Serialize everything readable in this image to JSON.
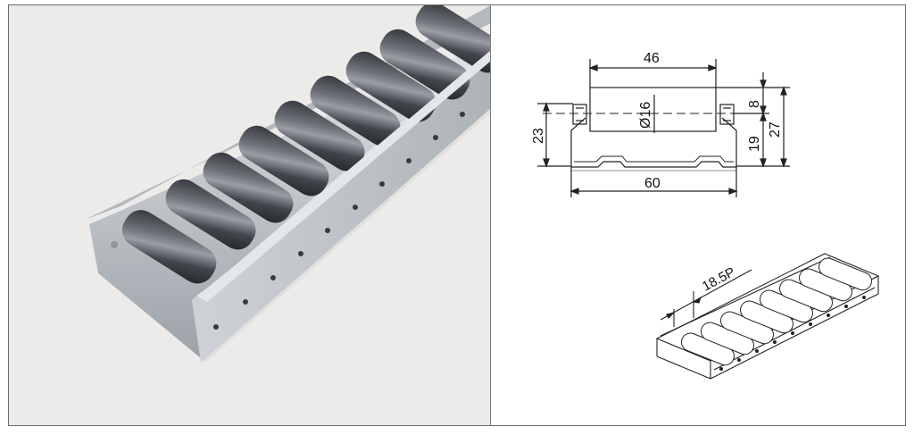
{
  "photo": {
    "subject": "Roller track (flow rail) with black plastic rollers on galvanized steel C-channel",
    "colors": {
      "background": "#ecebe9",
      "roller": "#3a3d42",
      "roller_highlight": "#8e9196",
      "rail": "#c7cbcf",
      "rail_dark": "#9aa0a6",
      "hole": "#2a2a2a"
    }
  },
  "cross_section": {
    "dims": {
      "roller_length": "46",
      "roller_diameter": "Ø16",
      "overall_width": "60",
      "side_height": "23",
      "top_offset": "8",
      "axle_height": "19",
      "total_height": "27"
    }
  },
  "isometric": {
    "pitch_label": "18.5P",
    "roller_count": 8
  }
}
